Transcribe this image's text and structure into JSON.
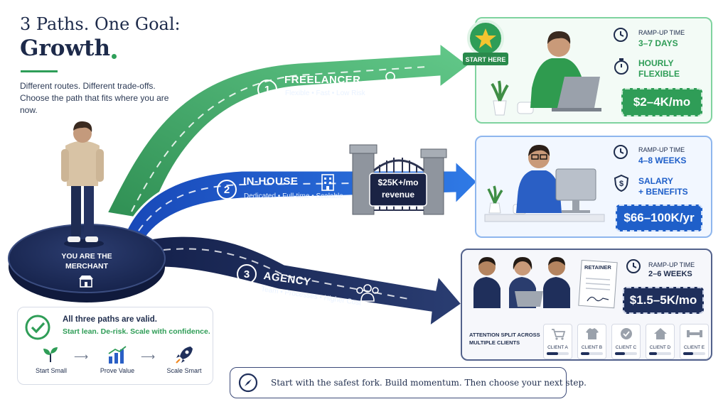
{
  "header": {
    "title_line1": "3 Paths. One Goal:",
    "title_line2": "Growth",
    "subtitle": "Different routes. Different trade-offs. Choose the path that fits where you are now."
  },
  "merchant": {
    "label": "YOU ARE THE MERCHANT"
  },
  "paths": [
    {
      "number": "1",
      "title": "FREELANCER",
      "subtitle": "Flexible • Fast • Low Risk",
      "color": "#3daa62"
    },
    {
      "number": "2",
      "title": "IN-HOUSE",
      "subtitle": "Dedicated • Full-time • Scalable",
      "color": "#1d5fd6"
    },
    {
      "number": "3",
      "title": "AGENCY",
      "subtitle": "Team • Processes • Higher Cost",
      "color": "#1f2f5b"
    }
  ],
  "gate": {
    "label": "$25K+/mo revenue"
  },
  "start_badge": "START HERE",
  "cards": {
    "freelancer": {
      "rampup_label": "RAMP-UP TIME",
      "rampup_value": "3–7 DAYS",
      "pay_label": "HOURLY",
      "pay_value": "FLEXIBLE",
      "price": "$2–4K/mo"
    },
    "inhouse": {
      "rampup_label": "RAMP-UP TIME",
      "rampup_value": "4–8 WEEKS",
      "pay_label": "SALARY",
      "pay_value": "+ BENEFITS",
      "price": "$66–100K/yr"
    },
    "agency": {
      "rampup_label": "RAMP-UP TIME",
      "rampup_value": "2–6 WEEKS",
      "doc_label": "RETAINER",
      "price": "$1.5–5K/mo",
      "attention": "ATTENTION SPLIT ACROSS MULTIPLE CLIENTS",
      "clients": [
        {
          "label": "CLIENT A",
          "icon": "cart-icon",
          "progress": 0.5
        },
        {
          "label": "CLIENT B",
          "icon": "shirt-icon",
          "progress": 0.4
        },
        {
          "label": "CLIENT C",
          "icon": "badge-check-icon",
          "progress": 0.45
        },
        {
          "label": "CLIENT D",
          "icon": "house-icon",
          "progress": 0.35
        },
        {
          "label": "CLIENT E",
          "icon": "dumbbell-icon",
          "progress": 0.45
        }
      ]
    }
  },
  "summary": {
    "heading": "All three paths are valid.",
    "tagline": "Start lean. De-risk. Scale with confidence.",
    "steps": [
      "Start Small",
      "Prove Value",
      "Scale Smart"
    ]
  },
  "footer": {
    "text": "Start with the safest fork. Build momentum. Then choose your next step."
  },
  "colors": {
    "green": "#3daa62",
    "blue": "#1d5fd6",
    "navy": "#1f2f5b"
  }
}
